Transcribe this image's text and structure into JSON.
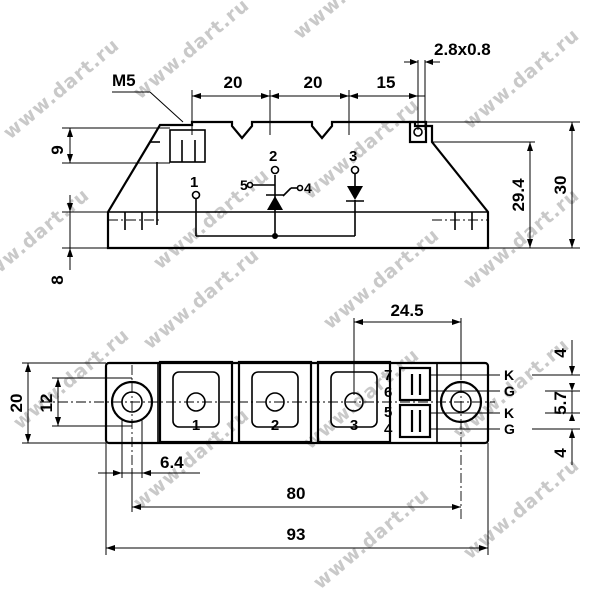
{
  "watermark": "www.dart.ru",
  "side_view": {
    "thread_label": "M5",
    "dims": {
      "left_spacing": "20",
      "right_spacing": "20",
      "edge_spacing": "15",
      "terminal_size": "2.8x0.8",
      "top_height": "9",
      "base_height": "8",
      "height_inner": "29.4",
      "height_total": "30"
    },
    "terminals": {
      "t1": "1",
      "t2": "2",
      "t3": "3",
      "gate5": "5",
      "gate4": "4"
    }
  },
  "top_view": {
    "dims": {
      "pin_span": "24.5",
      "width": "20",
      "hole_spacing": "12",
      "hole_offset": "6.4",
      "mount_spacing": "80",
      "length": "93",
      "pitch_top": "4",
      "pitch_mid": "5.7",
      "pitch_bottom": "4"
    },
    "terminal_labels": [
      "1",
      "2",
      "3"
    ],
    "aux_numbers": [
      "7",
      "6",
      "5",
      "4"
    ],
    "aux_letters": [
      "K",
      "G",
      "K",
      "G"
    ]
  }
}
